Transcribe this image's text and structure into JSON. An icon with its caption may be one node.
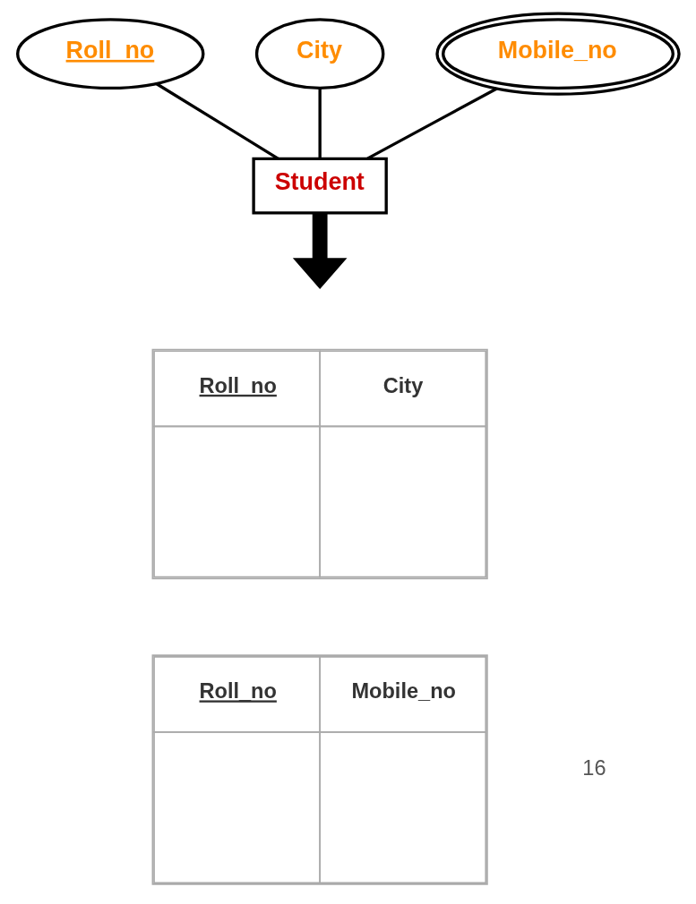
{
  "diagram": {
    "nodes": [
      {
        "text": [
          "Roll_no"
        ]
      },
      {
        "text": [
          "City"
        ]
      },
      {
        "text": [
          "Mobile_no"
        ]
      },
      {
        "text": [
          "Student"
        ]
      }
    ],
    "edges": [
      {
        "from": 0,
        "to": 3,
        "arrow": "none"
      },
      {
        "from": 1,
        "to": 3,
        "arrow": "none"
      },
      {
        "from": 2,
        "to": 3,
        "arrow": "none"
      },
      {
        "from": 3,
        "to": null,
        "arrow": "to",
        "style": "thick"
      }
    ],
    "labels": [
      "Roll_no",
      "City",
      "Roll_no",
      "Mobile_no",
      "16"
    ]
  }
}
